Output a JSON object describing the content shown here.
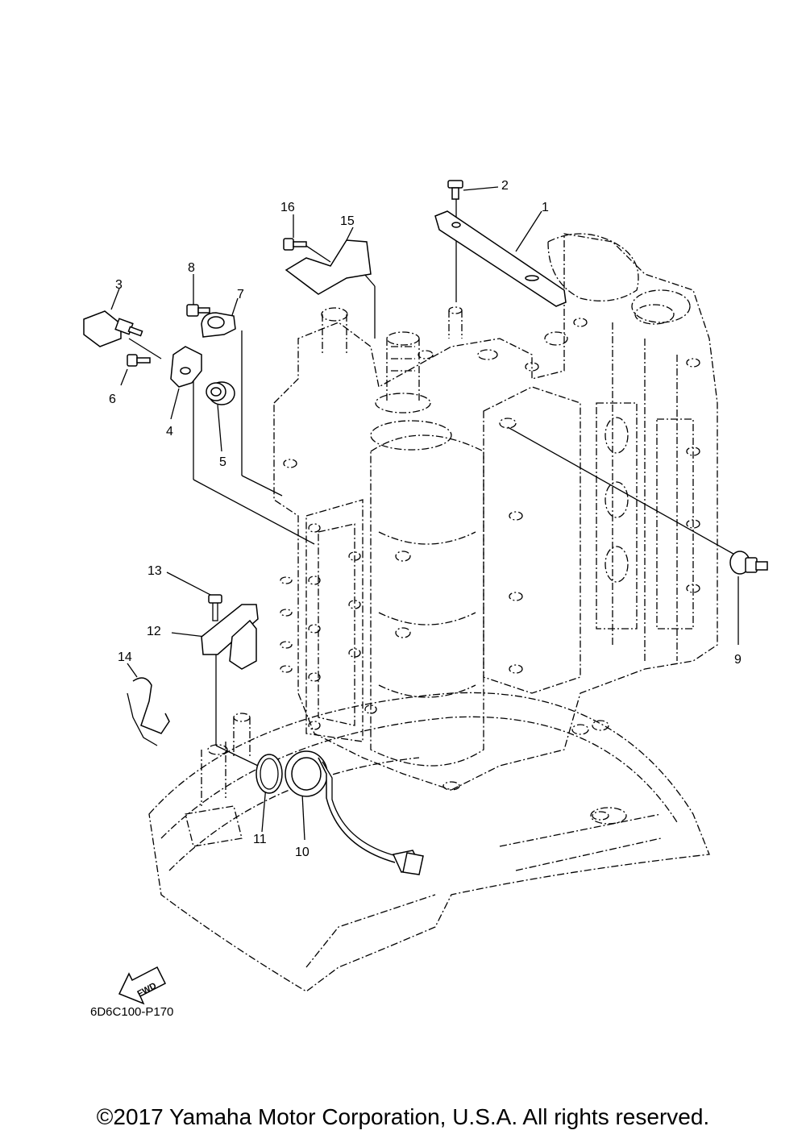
{
  "diagram": {
    "callouts": [
      "1",
      "2",
      "3",
      "4",
      "5",
      "6",
      "7",
      "8",
      "9",
      "10",
      "11",
      "12",
      "13",
      "14",
      "15",
      "16"
    ],
    "fwd_label": "FWD",
    "drawing_code": "6D6C100-P170"
  },
  "footer": {
    "copyright": "©2017 Yamaha Motor Corporation, U.S.A. All rights reserved."
  }
}
